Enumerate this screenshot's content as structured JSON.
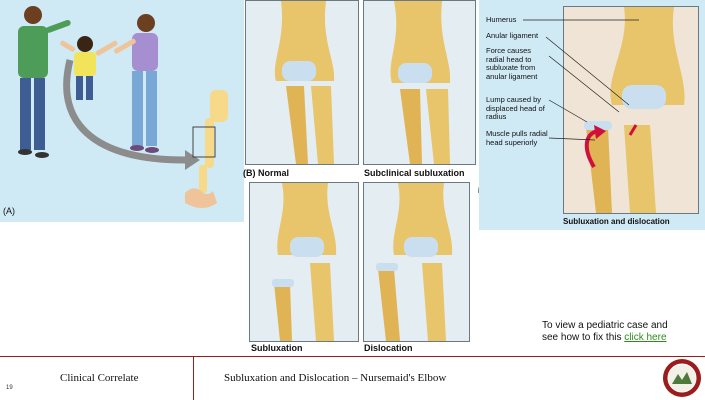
{
  "figure": {
    "panel_a_label": "(A)",
    "panel_b_label": "(B) Normal",
    "captions": {
      "subclinical": "Subclinical subluxation",
      "subluxation": "Subluxation",
      "dislocation": "Dislocation",
      "subluxation_and_dislocation": "Subluxation and dislocation"
    },
    "annotations": [
      "Humerus",
      "Anular ligament",
      "Force causes radial head to subluxate from anular ligament",
      "Lump caused by displaced head of radius",
      "Muscle pulls radial head superiorly"
    ]
  },
  "case_note": {
    "text_line1": "To view a pediatric case and",
    "text_line2_prefix": "see how to fix this ",
    "link_label": "click here"
  },
  "footer": {
    "page_number": "19",
    "section": "Clinical Correlate",
    "title": "Subluxation and Dislocation – Nursemaid's Elbow"
  },
  "colors": {
    "panel_bg": "#cfe9f5",
    "bone": "#e8c46a",
    "cartilage": "#c9dff0",
    "arrow": "#d0103a",
    "link": "#2e8a1e",
    "footer_line": "#9b1c1c"
  }
}
